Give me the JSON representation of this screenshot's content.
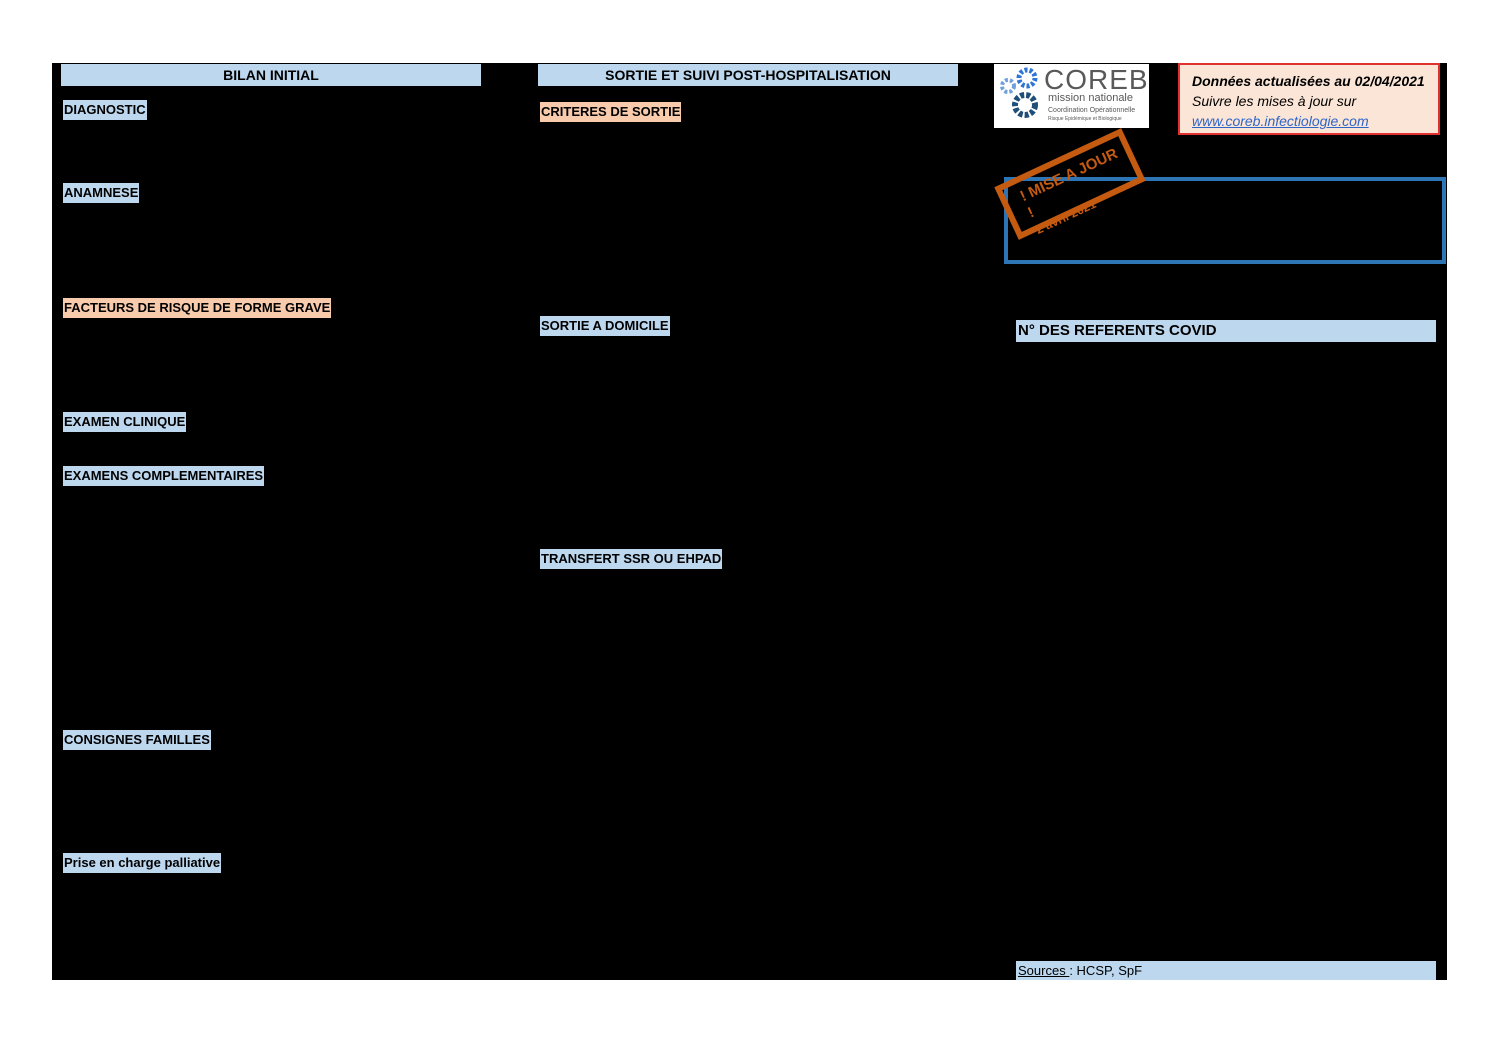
{
  "headers": {
    "left": "BILAN INITIAL",
    "middle": "SORTIE ET SUIVI POST-HOSPITALISATION"
  },
  "left_sections": [
    "DIAGNOSTIC",
    "ANAMNESE",
    "FACTEURS DE RISQUE DE FORME GRAVE",
    "EXAMEN CLINIQUE",
    "EXAMENS COMPLEMENTAIRES",
    "CONSIGNES FAMILLES",
    "Prise en charge palliative"
  ],
  "middle_sections": [
    "CRITERES DE  SORTIE",
    "SORTIE A DOMICILE",
    "TRANSFERT SSR OU EHPAD"
  ],
  "logo": {
    "name": "COREB",
    "subtitle": "mission nationale",
    "line1": "Coordination Opérationnelle",
    "line2": "Risque Epidémique et Biologique"
  },
  "notice": {
    "line1": "Données actualisées au 02/04/2021",
    "line2": "Suivre les mises à jour sur",
    "link": "www.coreb.infectiologie.com"
  },
  "stamp": {
    "line1": "! MISE A JOUR !",
    "line2": "2 avril 2021"
  },
  "referents": "N° DES REFERENTS COVID",
  "sources": {
    "label": "Sources ",
    "value": ": HCSP, SpF"
  },
  "colors": {
    "blue_label": "#bdd7ee",
    "peach_label": "#f8cbad",
    "stamp": "#c55a11",
    "box": "#2e75b6"
  }
}
